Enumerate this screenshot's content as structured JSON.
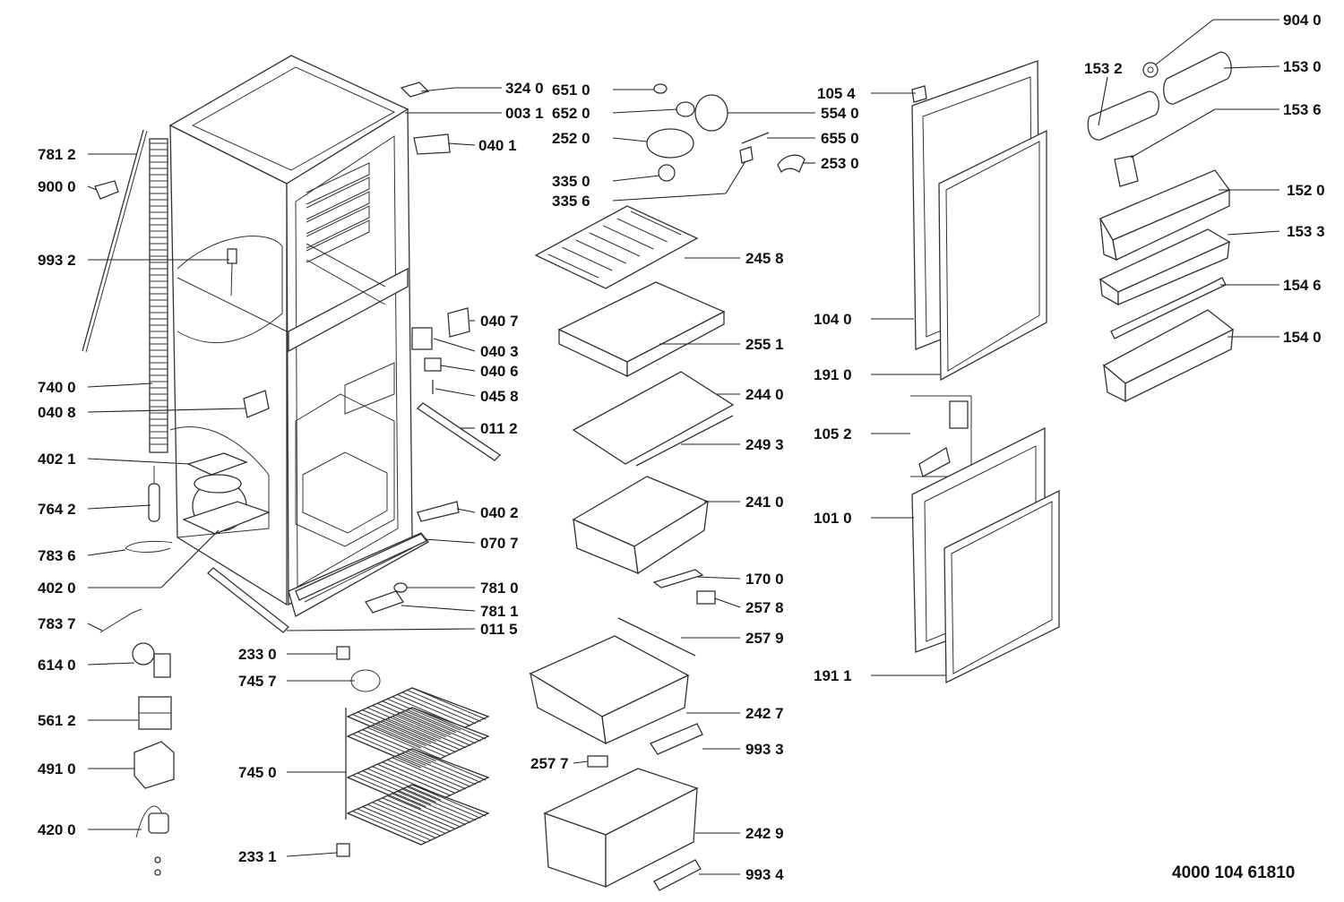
{
  "document_code": "4000 104 61810",
  "part_labels": {
    "p9040": "904 0",
    "p1532": "153 2",
    "p1530": "153 0",
    "p1536": "153 6",
    "p1520": "152 0",
    "p1533": "153 3",
    "p1546": "154 6",
    "p1540": "154 0",
    "p1054": "105 4",
    "p1040": "104 0",
    "p1910": "191 0",
    "p1052": "105 2",
    "p1010": "101 0",
    "p1911": "191 1",
    "p6510": "651 0",
    "p6520": "652 0",
    "p2520": "252 0",
    "p3350": "335 0",
    "p3356": "335 6",
    "p5540": "554 0",
    "p6550": "655 0",
    "p2530": "253 0",
    "p2458": "245 8",
    "p2551": "255 1",
    "p2440": "244 0",
    "p2493": "249 3",
    "p2410": "241 0",
    "p1700": "170 0",
    "p2578": "257 8",
    "p2579": "257 9",
    "p2427": "242 7",
    "p9933": "993 3",
    "p2577": "257 7",
    "p2429": "242 9",
    "p9934": "993 4",
    "p3240": "324 0",
    "p0031": "003 1",
    "p0401": "040 1",
    "p0407": "040 7",
    "p0403": "040 3",
    "p0406": "040 6",
    "p0458": "045 8",
    "p0112": "011 2",
    "p0402": "040 2",
    "p0707": "070 7",
    "p7810": "781 0",
    "p7811": "781 1",
    "p0115": "011 5",
    "p2330": "233 0",
    "p7457": "745 7",
    "p7450": "745 0",
    "p2331": "233 1",
    "p7812": "781 2",
    "p9000": "900 0",
    "p9932": "993 2",
    "p7400": "740 0",
    "p0408": "040 8",
    "p4021": "402 1",
    "p7642": "764 2",
    "p7836": "783 6",
    "p4020": "402 0",
    "p7837": "783 7",
    "p6140": "614 0",
    "p5612": "561 2",
    "p4910": "491 0",
    "p4200": "420 0"
  }
}
